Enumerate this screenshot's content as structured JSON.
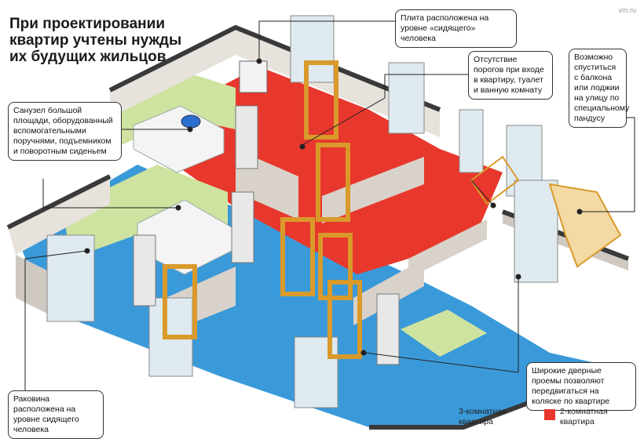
{
  "title": "При проектировании квартир учтены нужды их будущих жильцов",
  "watermark": "vm.ru",
  "callouts": {
    "stove": "Плита расположена на уровне «сидящего» человека",
    "thresholds": "Отсутствие порогов при входе в квартиру, туалет и ванную комнату",
    "balcony": "Возможно спуститься с балкона или лоджии на улицу по специальному пандусу",
    "bathroom": "Санузел большой площади, оборудованный вспомогательными поручнями, подъемником и поворотным сиденьем",
    "sink": "Раковина расположена на уровне сидящего человека",
    "doors": "Широкие дверные проемы позволяют передвигаться на коляске по квартире"
  },
  "legend": [
    {
      "label": "3-комнатная квартира",
      "color": "#3a9ad9"
    },
    {
      "label": "2-комнатная квартира",
      "color": "#e8372c"
    }
  ],
  "colors": {
    "floor_blue": "#3a9ad9",
    "floor_red": "#e8372c",
    "wall_top": "#3a3a3a",
    "wall_face": "#e7e2dc",
    "wall_side": "#cfc9c2",
    "tile": "#cfe3a0",
    "door_frame": "#d99a2b",
    "window": "#dfeaf0"
  }
}
